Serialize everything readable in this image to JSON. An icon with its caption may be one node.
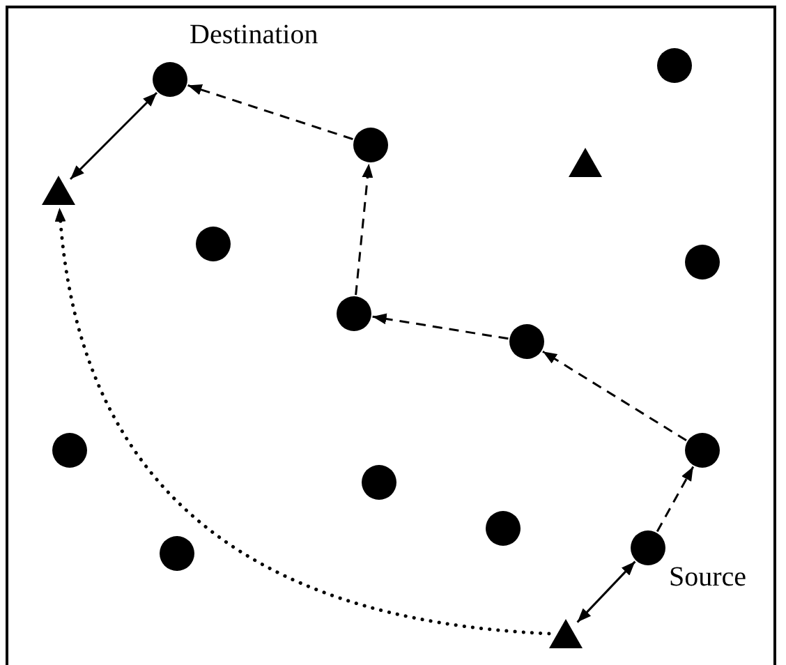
{
  "diagram": {
    "nodes": [
      {
        "text": [],
        "shape": "circle",
        "beside": [
          "Destination"
        ]
      },
      {
        "text": [],
        "shape": "circle"
      },
      {
        "text": [],
        "shape": "circle"
      },
      {
        "text": [],
        "shape": "triangle"
      },
      {
        "text": [],
        "shape": "triangle"
      },
      {
        "text": [],
        "shape": "circle"
      },
      {
        "text": [],
        "shape": "circle"
      },
      {
        "text": [],
        "shape": "circle"
      },
      {
        "text": [],
        "shape": "circle"
      },
      {
        "text": [],
        "shape": "circle"
      },
      {
        "text": [],
        "shape": "circle"
      },
      {
        "text": [],
        "shape": "circle"
      },
      {
        "text": [],
        "shape": "circle"
      },
      {
        "text": [],
        "shape": "circle"
      },
      {
        "text": [],
        "shape": "circle",
        "beside": [
          "Source"
        ]
      },
      {
        "text": [],
        "shape": "triangle"
      }
    ],
    "edges": [
      {
        "from": 4,
        "to": 0,
        "arrow": "both"
      },
      {
        "from": 2,
        "to": 0,
        "arrow": "to",
        "style": "dashed"
      },
      {
        "from": 7,
        "to": 2,
        "arrow": "to",
        "style": "dashed"
      },
      {
        "from": 8,
        "to": 7,
        "arrow": "to",
        "style": "dashed"
      },
      {
        "from": 10,
        "to": 8,
        "arrow": "to",
        "style": "dashed"
      },
      {
        "from": 14,
        "to": 10,
        "arrow": "to",
        "style": "dashed"
      },
      {
        "from": 14,
        "to": 15,
        "arrow": "both"
      },
      {
        "from": 15,
        "to": 4,
        "arrow": "to",
        "style": "dashed"
      }
    ]
  }
}
